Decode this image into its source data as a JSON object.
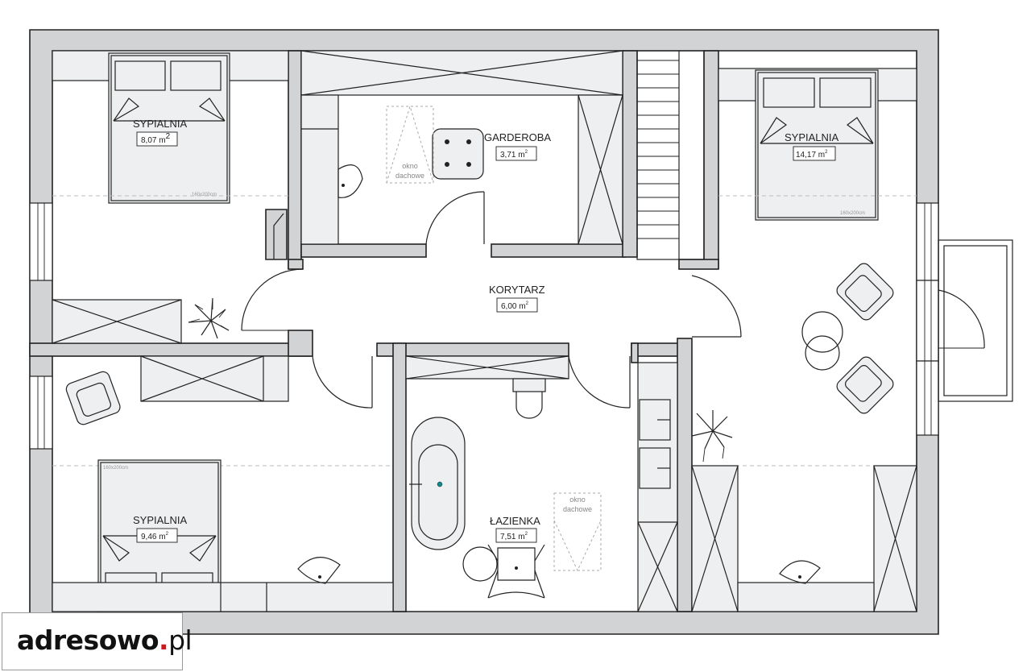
{
  "rooms": {
    "bedroom_nw": {
      "name": "SYPIALNIA",
      "area": "8,07 m",
      "bed_size": "160x200cm"
    },
    "wardrobe": {
      "name": "GARDEROBA",
      "area": "3,71 m",
      "skylight_line1": "okno",
      "skylight_line2": "dachowe"
    },
    "bedroom_ne": {
      "name": "SYPIALNIA",
      "area": "14,17 m",
      "bed_size": "160x200cm"
    },
    "corridor": {
      "name": "KORYTARZ",
      "area": "6,00 m"
    },
    "bathroom": {
      "name": "ŁAZIENKA",
      "area": "7,51 m",
      "skylight_line1": "okno",
      "skylight_line2": "dachowe"
    },
    "bedroom_sw": {
      "name": "SYPIALNIA",
      "area": "9,46 m",
      "bed_size": "160x200cm"
    }
  },
  "area_unit_superscript": "2",
  "logo": {
    "name": "adresowo",
    "dot": ".",
    "tld": "pl"
  },
  "colors": {
    "wall": "#d2d3d5",
    "furniture": "#eeeff0",
    "line": "#222222",
    "logo_dot": "#d0191f"
  }
}
